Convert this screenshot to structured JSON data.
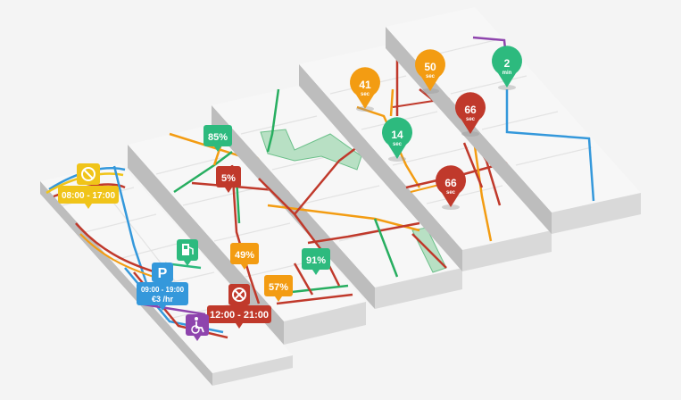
{
  "colors": {
    "yellow": "#f0c419",
    "orange": "#f39c12",
    "red": "#c0392b",
    "green": "#27ae60",
    "teal": "#2dba7e",
    "blue": "#3498db",
    "purple": "#8e44ad",
    "road": "#ffffff",
    "slab_top": "#f7f7f7",
    "slab_side": "#cfcfcf"
  },
  "markers": {
    "no_entry_time": "08:00 - 17:00",
    "parking_icon": "P",
    "parking_hours": "09:00 - 19:00",
    "parking_rate": "€3 /hr",
    "no_stop_time": "12:00 - 21:00",
    "occupancy_85": "85%",
    "occupancy_5": "5%",
    "occupancy_49": "49%",
    "occupancy_57": "57%",
    "occupancy_91": "91%",
    "wait_41": "41",
    "wait_50": "50",
    "wait_2": "2",
    "wait_14": "14",
    "wait_66a": "66",
    "wait_66b": "66",
    "unit_sec": "sec",
    "unit_min": "min"
  },
  "icons": [
    "no-entry-icon",
    "parking-icon",
    "fuel-station-icon",
    "no-stopping-icon",
    "wheelchair-icon"
  ]
}
